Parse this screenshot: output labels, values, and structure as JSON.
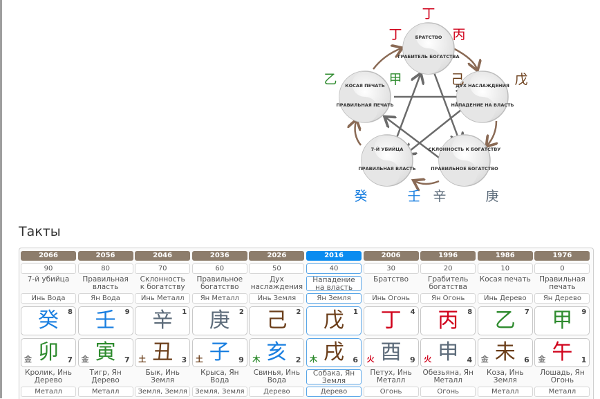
{
  "diagram": {
    "circles": [
      {
        "top": "Братство",
        "bottom": "Грабитель богатства"
      },
      {
        "top": "Дух наслаждения",
        "bottom": "Нападение на власть"
      },
      {
        "top": "Склонность к богатству",
        "bottom": "Правильное богатство"
      },
      {
        "top": "7-й убийца",
        "bottom": "Правильная власть"
      },
      {
        "top": "Косая печать",
        "bottom": "Правильная печать"
      }
    ],
    "stems": [
      {
        "char": "丁",
        "color": "#d0021b"
      },
      {
        "char": "丁",
        "color": "#d0021b"
      },
      {
        "char": "丙",
        "color": "#d0021b"
      },
      {
        "char": "己",
        "color": "#6b3e1a"
      },
      {
        "char": "戊",
        "color": "#6b3e1a"
      },
      {
        "char": "乙",
        "color": "#2e8b2e"
      },
      {
        "char": "甲",
        "color": "#2e8b2e"
      },
      {
        "char": "癸",
        "color": "#1a7fe0"
      },
      {
        "char": "壬",
        "color": "#1a7fe0"
      },
      {
        "char": "辛",
        "color": "#5c6b7a"
      },
      {
        "char": "庚",
        "color": "#5c6b7a"
      }
    ]
  },
  "section": {
    "title": "Такты"
  },
  "columns": [
    {
      "year": "2066",
      "age": "90",
      "deity": [
        "7-й убийца",
        ""
      ],
      "elem": "Инь Вода",
      "stem": "癸",
      "stem_color": "#1a7fe0",
      "stem_num": "8",
      "branch": "卯",
      "branch_color": "#2e8b2e",
      "hidden": "金",
      "hidden_color": "#7a7a7a",
      "branch_num": "7",
      "animal": [
        "Кролик, Инь",
        "Дерево"
      ],
      "bottom": "Металл"
    },
    {
      "year": "2056",
      "age": "80",
      "deity": [
        "Правильная",
        "власть"
      ],
      "elem": "Ян Вода",
      "stem": "壬",
      "stem_color": "#1a7fe0",
      "stem_num": "9",
      "branch": "寅",
      "branch_color": "#2e8b2e",
      "hidden": "金",
      "hidden_color": "#7a7a7a",
      "branch_num": "7",
      "animal": [
        "Тигр, Ян",
        "Дерево"
      ],
      "bottom": "Металл"
    },
    {
      "year": "2046",
      "age": "70",
      "deity": [
        "Склонность",
        "к богатству"
      ],
      "elem": "Инь Металл",
      "stem": "辛",
      "stem_color": "#5c6b7a",
      "stem_num": "1",
      "branch": "丑",
      "branch_color": "#6b3e1a",
      "hidden": "土",
      "hidden_color": "#6b3e1a",
      "branch_num": "3",
      "animal": [
        "Бык, Инь",
        "Земля"
      ],
      "bottom": "Земля, Земля"
    },
    {
      "year": "2036",
      "age": "60",
      "deity": [
        "Правильное",
        "богатство"
      ],
      "elem": "Ян Металл",
      "stem": "庚",
      "stem_color": "#5c6b7a",
      "stem_num": "2",
      "branch": "子",
      "branch_color": "#1a7fe0",
      "hidden": "土",
      "hidden_color": "#6b3e1a",
      "branch_num": "9",
      "animal": [
        "Крыса, Ян",
        "Вода"
      ],
      "bottom": "Земля, Земля"
    },
    {
      "year": "2026",
      "age": "50",
      "deity": [
        "Дух",
        "наслаждения"
      ],
      "elem": "Инь Земля",
      "stem": "己",
      "stem_color": "#6b3e1a",
      "stem_num": "2",
      "branch": "亥",
      "branch_color": "#1a7fe0",
      "hidden": "木",
      "hidden_color": "#2e8b2e",
      "branch_num": "2",
      "animal": [
        "Свинья, Инь",
        "Вода"
      ],
      "bottom": "Дерево"
    },
    {
      "year": "2016",
      "age": "40",
      "deity": [
        "Нападение",
        "на власть"
      ],
      "elem": "Ян Земля",
      "stem": "戊",
      "stem_color": "#6b3e1a",
      "stem_num": "1",
      "branch": "戌",
      "branch_color": "#6b3e1a",
      "hidden": "木",
      "hidden_color": "#2e8b2e",
      "branch_num": "6",
      "animal": [
        "Собака, Ян",
        "Земля"
      ],
      "bottom": "Дерево",
      "active": true
    },
    {
      "year": "2006",
      "age": "30",
      "deity": [
        "Братство",
        ""
      ],
      "elem": "Инь Огонь",
      "stem": "丁",
      "stem_color": "#d0021b",
      "stem_num": "4",
      "branch": "酉",
      "branch_color": "#5c6b7a",
      "hidden": "火",
      "hidden_color": "#d0021b",
      "branch_num": "9",
      "animal": [
        "Петух, Инь",
        "Металл"
      ],
      "bottom": "Огонь"
    },
    {
      "year": "1996",
      "age": "20",
      "deity": [
        "Грабитель",
        "богатства"
      ],
      "elem": "Ян Огонь",
      "stem": "丙",
      "stem_color": "#d0021b",
      "stem_num": "8",
      "branch": "申",
      "branch_color": "#5c6b7a",
      "hidden": "火",
      "hidden_color": "#d0021b",
      "branch_num": "4",
      "animal": [
        "Обезьяна, Ян",
        "Металл"
      ],
      "bottom": "Огонь"
    },
    {
      "year": "1986",
      "age": "10",
      "deity": [
        "Косая печать",
        ""
      ],
      "elem": "Инь Дерево",
      "stem": "乙",
      "stem_color": "#2e8b2e",
      "stem_num": "7",
      "branch": "未",
      "branch_color": "#6b3e1a",
      "hidden": "金",
      "hidden_color": "#7a7a7a",
      "branch_num": "6",
      "animal": [
        "Коза, Инь",
        "Земля"
      ],
      "bottom": "Металл"
    },
    {
      "year": "1976",
      "age": "0",
      "deity": [
        "Правильная",
        "печать"
      ],
      "elem": "Ян Дерево",
      "stem": "甲",
      "stem_color": "#2e8b2e",
      "stem_num": "9",
      "branch": "午",
      "branch_color": "#d0021b",
      "hidden": "金",
      "hidden_color": "#7a7a7a",
      "branch_num": "1",
      "animal": [
        "Лошадь, Ян",
        "Огонь"
      ],
      "bottom": "Металл"
    }
  ]
}
